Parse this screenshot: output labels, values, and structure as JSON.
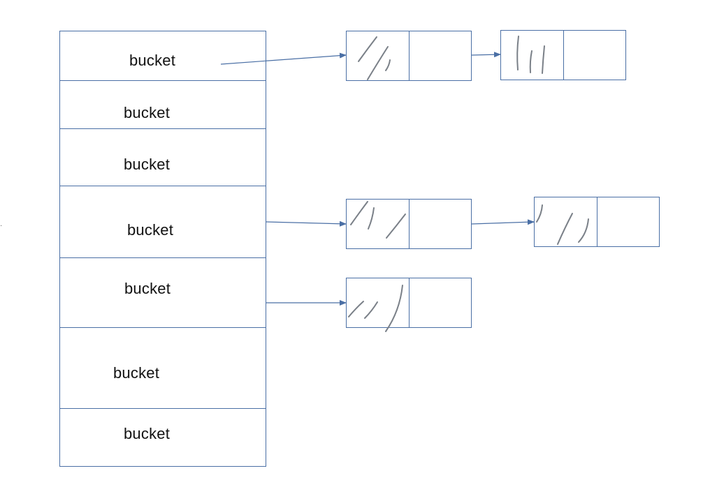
{
  "hash_table": {
    "buckets": [
      {
        "label": "bucket"
      },
      {
        "label": "bucket"
      },
      {
        "label": "bucket"
      },
      {
        "label": "bucket"
      },
      {
        "label": "bucket"
      },
      {
        "label": "bucket"
      },
      {
        "label": "bucket"
      }
    ]
  },
  "chains": [
    {
      "from_bucket": 1,
      "nodes": 2
    },
    {
      "from_bucket": 4,
      "nodes": 2
    },
    {
      "from_bucket": 5,
      "nodes": 1
    }
  ],
  "colors": {
    "border": "#4a6fa5",
    "arrow": "#4a6fa5",
    "scribble": "#7a8088",
    "text": "#111111"
  }
}
